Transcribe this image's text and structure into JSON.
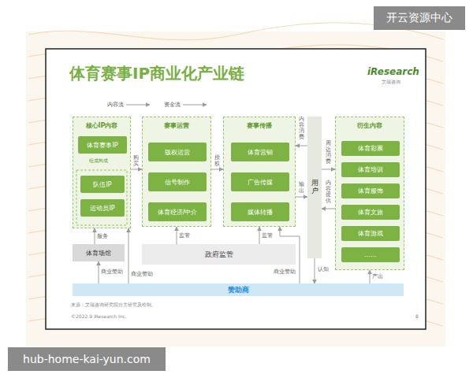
{
  "diagram": {
    "title": "体育赛事IP商业化产业链",
    "nodes": [
      {
        "text": [
          "核心IP内容"
        ]
      },
      {
        "text": [
          "体育赛事IP"
        ],
        "in": 0
      },
      {
        "text": [
          "队伍IP"
        ],
        "in": 0
      },
      {
        "text": [
          "运动员IP"
        ],
        "in": 0
      },
      {
        "text": [
          "赛事运营"
        ]
      },
      {
        "text": [
          "版权运营"
        ],
        "in": 4
      },
      {
        "text": [
          "信号制作"
        ],
        "in": 4
      },
      {
        "text": [
          "体育经济/中介"
        ],
        "in": 4
      },
      {
        "text": [
          "赛事传播"
        ]
      },
      {
        "text": [
          "体育营销"
        ],
        "in": 8
      },
      {
        "text": [
          "广告传媒"
        ],
        "in": 8
      },
      {
        "text": [
          "媒体转播"
        ],
        "in": 8
      },
      {
        "text": [
          "用户"
        ]
      },
      {
        "text": [
          "衍生内容"
        ]
      },
      {
        "text": [
          "体育彩票"
        ],
        "in": 13
      },
      {
        "text": [
          "体育培训"
        ],
        "in": 13
      },
      {
        "text": [
          "体育服饰"
        ],
        "in": 13
      },
      {
        "text": [
          "体育文旅"
        ],
        "in": 13
      },
      {
        "text": [
          "体育游戏"
        ],
        "in": 13
      },
      {
        "text": [
          "……"
        ],
        "in": 13
      },
      {
        "text": [
          "体育场馆"
        ]
      },
      {
        "text": [
          "政府监管"
        ]
      },
      {
        "text": [
          "赞助商"
        ]
      }
    ],
    "edges": [
      {
        "from": 0,
        "to": 4,
        "label": "购买",
        "arrow": "to"
      },
      {
        "from": 4,
        "to": 8,
        "label": "授权",
        "arrow": "to"
      },
      {
        "from": 12,
        "to": 8,
        "label": "内容消费",
        "arrow": "to"
      },
      {
        "from": 8,
        "to": 12,
        "label": "输出",
        "arrow": "to"
      },
      {
        "from": 12,
        "to": 13,
        "label": "周边消费",
        "arrow": "to"
      },
      {
        "from": 13,
        "to": 12,
        "label": "内容提供",
        "arrow": "to"
      },
      {
        "from": 20,
        "to": 0,
        "label": "服务",
        "arrow": "to"
      },
      {
        "from": 21,
        "to": 4,
        "label": "监管",
        "arrow": "to"
      },
      {
        "from": 21,
        "to": 8,
        "label": "监管",
        "arrow": "to"
      },
      {
        "from": 22,
        "to": 20,
        "label": "商业赞助",
        "arrow": "to"
      },
      {
        "from": 22,
        "to": 0,
        "label": "商业赞助",
        "arrow": "to"
      },
      {
        "from": 22,
        "to": 8,
        "label": "商业赞助",
        "arrow": "to"
      },
      {
        "from": 12,
        "to": 22,
        "label": "认知",
        "arrow": "to"
      },
      {
        "from": 22,
        "to": 13,
        "label": "产出",
        "arrow": "to"
      }
    ],
    "labels": [
      "开云资源中心",
      "iResearch",
      "艾瑞咨询",
      "组成构成",
      "来源：艾瑞咨询研究院自主研究及绘制。",
      "©2022.9 iResearch Inc.",
      "8",
      "hub-home-kai-yun.com"
    ],
    "legend": [
      {
        "text": "内容流"
      },
      {
        "text": "资金流"
      }
    ]
  }
}
